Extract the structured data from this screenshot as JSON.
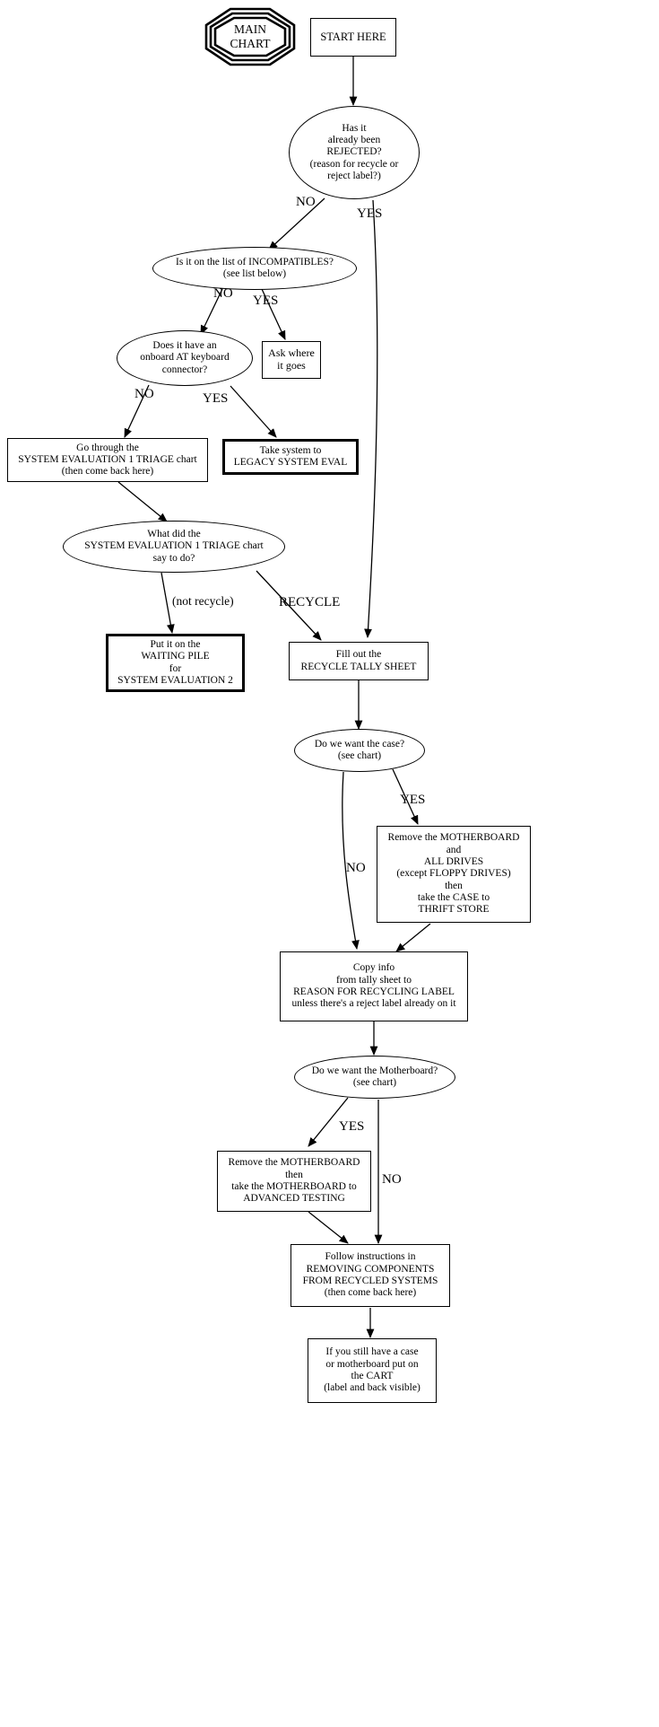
{
  "diagram": {
    "title": "MAIN CHART",
    "type": "flowchart",
    "background": "#ffffff",
    "stroke": "#000000"
  },
  "nodes": {
    "main_chart": {
      "label": "MAIN\nCHART",
      "shape": "triple-octagon"
    },
    "start_here": {
      "label": "START HERE",
      "shape": "box"
    },
    "q_rejected": {
      "label": "Has it\nalready been\nREJECTED?\n(reason for recycle or\nreject label?)",
      "shape": "ellipse"
    },
    "q_incompatibles": {
      "label": "Is it on the list of INCOMPATIBLES?\n(see list below)",
      "shape": "ellipse"
    },
    "ask_where": {
      "label": "Ask where\nit goes",
      "shape": "box"
    },
    "q_at_keyboard": {
      "label": "Does it have an\nonboard AT keyboard\nconnector?",
      "shape": "ellipse"
    },
    "go_through_triage": {
      "label": "Go through the\nSYSTEM EVALUATION 1 TRIAGE chart\n(then come back here)",
      "shape": "box"
    },
    "legacy_eval": {
      "label": "Take system to\nLEGACY SYSTEM EVAL",
      "shape": "box-thick"
    },
    "q_triage_said": {
      "label": "What did the\nSYSTEM EVALUATION 1 TRIAGE chart\nsay to do?",
      "shape": "ellipse"
    },
    "waiting_pile": {
      "label": "Put it on the\nWAITING PILE\nfor\nSYSTEM EVALUATION 2",
      "shape": "box-thick"
    },
    "fill_tally": {
      "label": "Fill out the\nRECYCLE TALLY SHEET",
      "shape": "box"
    },
    "q_want_case": {
      "label": "Do we want the case?\n(see chart)",
      "shape": "ellipse"
    },
    "remove_mb_drives": {
      "label": "Remove the MOTHERBOARD\nand\nALL DRIVES\n(except FLOPPY DRIVES)\nthen\ntake the CASE to\nTHRIFT STORE",
      "shape": "box"
    },
    "copy_info": {
      "label": "Copy info\nfrom tally sheet to\nREASON FOR RECYCLING LABEL\nunless there's a reject label already on it",
      "shape": "box"
    },
    "q_want_motherboard": {
      "label": "Do we want the Motherboard?\n(see chart)",
      "shape": "ellipse"
    },
    "remove_mb_testing": {
      "label": "Remove the MOTHERBOARD\nthen\ntake the MOTHERBOARD to\nADVANCED TESTING",
      "shape": "box"
    },
    "follow_removing": {
      "label": "Follow instructions in\nREMOVING COMPONENTS\nFROM RECYCLED SYSTEMS\n(then come back here)",
      "shape": "box"
    },
    "put_on_cart": {
      "label": "If you still have a case\nor motherboard put on\nthe CART\n(label and back visible)",
      "shape": "box"
    }
  },
  "edge_labels": {
    "rejected_no": "NO",
    "rejected_yes": "YES",
    "incompat_no": "NO",
    "incompat_yes": "YES",
    "atkbd_no": "NO",
    "atkbd_yes": "YES",
    "triage_not_recycle": "(not recycle)",
    "triage_recycle": "RECYCLE",
    "case_yes": "YES",
    "case_no": "NO",
    "mb_yes": "YES",
    "mb_no": "NO"
  }
}
